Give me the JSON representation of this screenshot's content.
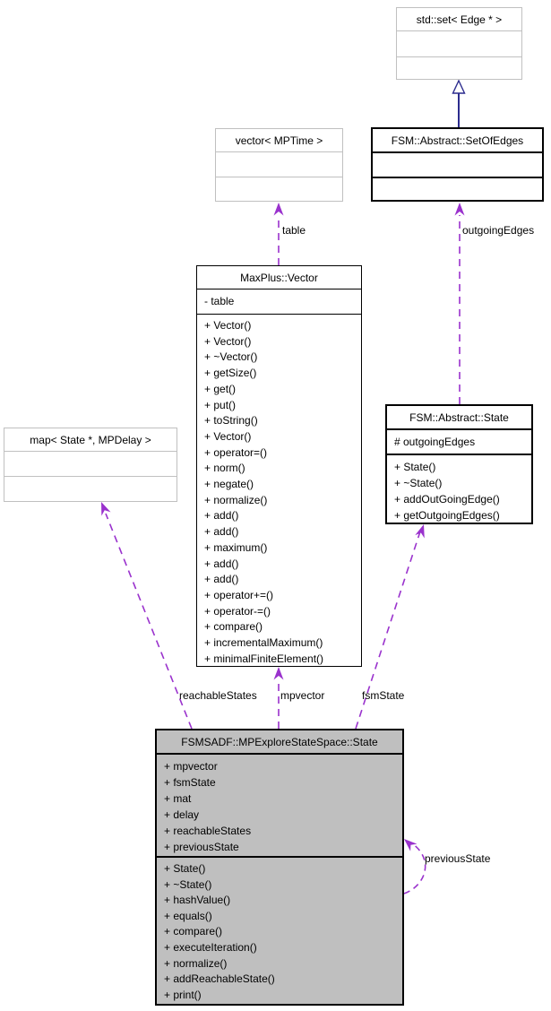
{
  "diagram": {
    "type": "uml-collaboration-graph"
  },
  "colors": {
    "usage_edge": "#9a32cd",
    "inheritance_edge": "#2c2c8e",
    "template_border": "#c0c0c0",
    "class_border": "#000000",
    "highlight_fill": "#bfbfbf",
    "background": "#ffffff"
  },
  "classes": [
    {
      "name": "std::set< Edge * >",
      "attributes": [],
      "methods": []
    },
    {
      "name": "FSM::Abstract::SetOfEdges",
      "attributes": [],
      "methods": []
    },
    {
      "name": "vector< MPTime >",
      "attributes": [],
      "methods": []
    },
    {
      "name": "MaxPlus::Vector",
      "attributes": [
        "- table"
      ],
      "methods": [
        "+ Vector()",
        "+ Vector()",
        "+ ~Vector()",
        "+ getSize()",
        "+ get()",
        "+ put()",
        "+ toString()",
        "+ Vector()",
        "+ operator=()",
        "+ norm()",
        "+ negate()",
        "+ normalize()",
        "+ add()",
        "+ add()",
        "+ maximum()",
        "+ add()",
        "+ add()",
        "+ operator+=()",
        "+ operator-=()",
        "+ compare()",
        "+ incrementalMaximum()",
        "+ minimalFiniteElement()"
      ]
    },
    {
      "name": "FSM::Abstract::State",
      "attributes": [
        "# outgoingEdges"
      ],
      "methods": [
        "+ State()",
        "+ ~State()",
        "+ addOutGoingEdge()",
        "+ getOutgoingEdges()"
      ]
    },
    {
      "name": "map< State *, MPDelay >",
      "attributes": [],
      "methods": []
    },
    {
      "name": "FSMSADF::MPExploreStateSpace::State",
      "attributes": [
        "+ mpvector",
        "+ fsmState",
        "+ mat",
        "+ delay",
        "+ reachableStates",
        "+ previousState"
      ],
      "methods": [
        "+ State()",
        "+ ~State()",
        "+ hashValue()",
        "+ equals()",
        "+ compare()",
        "+ executeIteration()",
        "+ normalize()",
        "+ addReachableState()",
        "+ print()"
      ]
    }
  ],
  "edges": {
    "table": {
      "label": "table"
    },
    "outgoing_edges": {
      "label": "outgoingEdges"
    },
    "reachable_states": {
      "label": "reachableStates"
    },
    "mpvector": {
      "label": "mpvector"
    },
    "fsm_state": {
      "label": "fsmState"
    },
    "previous_state": {
      "label": "previousState"
    }
  }
}
